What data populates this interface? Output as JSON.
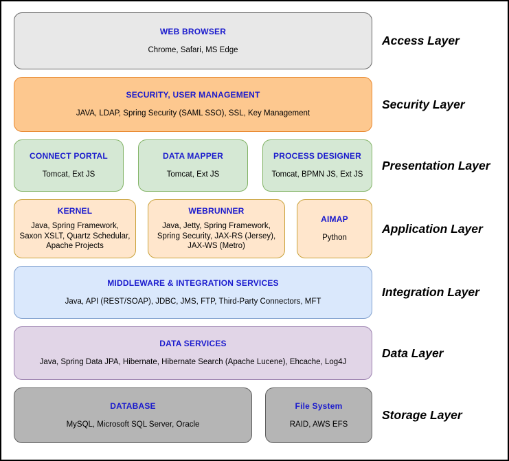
{
  "palette": {
    "frame_border": "#000000",
    "box_title_blue": "#1a1acd",
    "body_text": "#000000",
    "label_text": "#000000",
    "access_fill": "#e8e8e8",
    "access_border": "#666666",
    "security_fill": "#fdc88f",
    "security_border": "#e8872e",
    "presentation_fill": "#d5e8d4",
    "presentation_border": "#82b366",
    "application_fill": "#ffe6cc",
    "application_border": "#c9a23a",
    "integration_fill": "#dae8fc",
    "integration_border": "#7f9fce",
    "data_fill": "#e1d5e7",
    "data_border": "#9a7fae",
    "storage_fill": "#b5b5b5",
    "storage_border": "#5e5e5e"
  },
  "layers": [
    {
      "label": "Access Layer",
      "boxes": [
        {
          "title": "WEB BROWSER",
          "body": "Chrome, Safari, MS Edge"
        }
      ]
    },
    {
      "label": "Security Layer",
      "boxes": [
        {
          "title": "SECURITY, USER MANAGEMENT",
          "body": "JAVA, LDAP, Spring Security (SAML SSO), SSL, Key Management"
        }
      ]
    },
    {
      "label": "Presentation Layer",
      "boxes": [
        {
          "title": "CONNECT PORTAL",
          "body": "Tomcat, Ext JS"
        },
        {
          "title": "DATA MAPPER",
          "body": "Tomcat, Ext JS"
        },
        {
          "title": "PROCESS DESIGNER",
          "body": "Tomcat, BPMN JS, Ext JS"
        }
      ]
    },
    {
      "label": "Application Layer",
      "boxes": [
        {
          "title": "KERNEL",
          "body": "Java, Spring Framework,\nSaxon XSLT,  Quartz Schedular,\nApache Projects"
        },
        {
          "title": "WEBRUNNER",
          "body": "Java, Jetty, Spring Framework,\nSpring Security, JAX-RS (Jersey),\nJAX-WS (Metro)"
        },
        {
          "title": "AIMAP",
          "body": "Python"
        }
      ]
    },
    {
      "label": "Integration Layer",
      "boxes": [
        {
          "title": "MIDDLEWARE & INTEGRATION SERVICES",
          "body": "Java, API (REST/SOAP), JDBC, JMS, FTP, Third-Party Connectors, MFT"
        }
      ]
    },
    {
      "label": "Data Layer",
      "boxes": [
        {
          "title": "DATA SERVICES",
          "body": "Java, Spring Data JPA, Hibernate, Hibernate Search (Apache Lucene), Ehcache, Log4J"
        }
      ]
    },
    {
      "label": "Storage Layer",
      "boxes": [
        {
          "title": "DATABASE",
          "body": "MySQL, Microsoft SQL Server, Oracle"
        },
        {
          "title": "File System",
          "body": "RAID, AWS EFS"
        }
      ]
    }
  ]
}
